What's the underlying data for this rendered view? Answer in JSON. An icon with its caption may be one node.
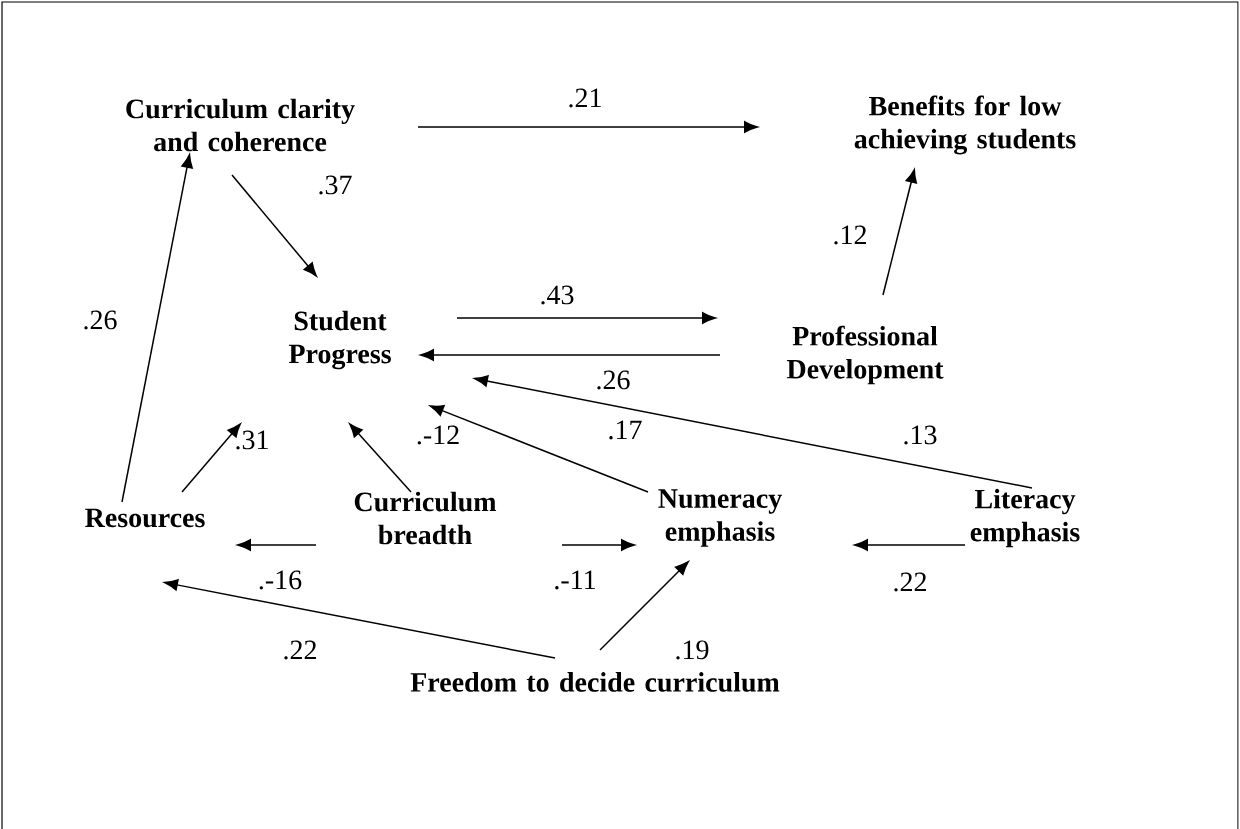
{
  "diagram": {
    "nodes": [
      {
        "text": [
          "Curriculum clarity and coherence"
        ]
      },
      {
        "text": [
          "Benefits for low achieving students"
        ]
      },
      {
        "text": [
          "Student Progress"
        ]
      },
      {
        "text": [
          "Professional Development"
        ]
      },
      {
        "text": [
          "Resources"
        ]
      },
      {
        "text": [
          "Curriculum breadth"
        ]
      },
      {
        "text": [
          "Numeracy emphasis"
        ]
      },
      {
        "text": [
          "Literacy emphasis"
        ]
      },
      {
        "text": [
          "Freedom to decide curriculum"
        ]
      }
    ],
    "edges": [
      {
        "from": 0,
        "to": 1,
        "arrow": "to",
        "label": ".21"
      },
      {
        "from": 0,
        "to": 2,
        "arrow": "to",
        "label": ".37"
      },
      {
        "from": 3,
        "to": 1,
        "arrow": "to",
        "label": ".12"
      },
      {
        "from": 2,
        "to": 3,
        "arrow": "to",
        "label": ".43"
      },
      {
        "from": 3,
        "to": 2,
        "arrow": "to",
        "label": ".26"
      },
      {
        "from": 4,
        "to": 0,
        "arrow": "to",
        "label": ".26"
      },
      {
        "from": 4,
        "to": 2,
        "arrow": "to",
        "label": ".31"
      },
      {
        "from": 5,
        "to": 2,
        "arrow": "to",
        "label": ".-12"
      },
      {
        "from": 6,
        "to": 2,
        "arrow": "to",
        "label": ".17"
      },
      {
        "from": 7,
        "to": 2,
        "arrow": "to",
        "label": ".13"
      },
      {
        "from": 5,
        "to": 4,
        "arrow": "to",
        "label": ".-16"
      },
      {
        "from": 5,
        "to": 6,
        "arrow": "to",
        "label": ".-11"
      },
      {
        "from": 7,
        "to": 6,
        "arrow": "to",
        "label": ".22"
      },
      {
        "from": 8,
        "to": 4,
        "arrow": "to",
        "label": ".22"
      },
      {
        "from": 8,
        "to": 6,
        "arrow": "to",
        "label": ".19"
      }
    ]
  }
}
